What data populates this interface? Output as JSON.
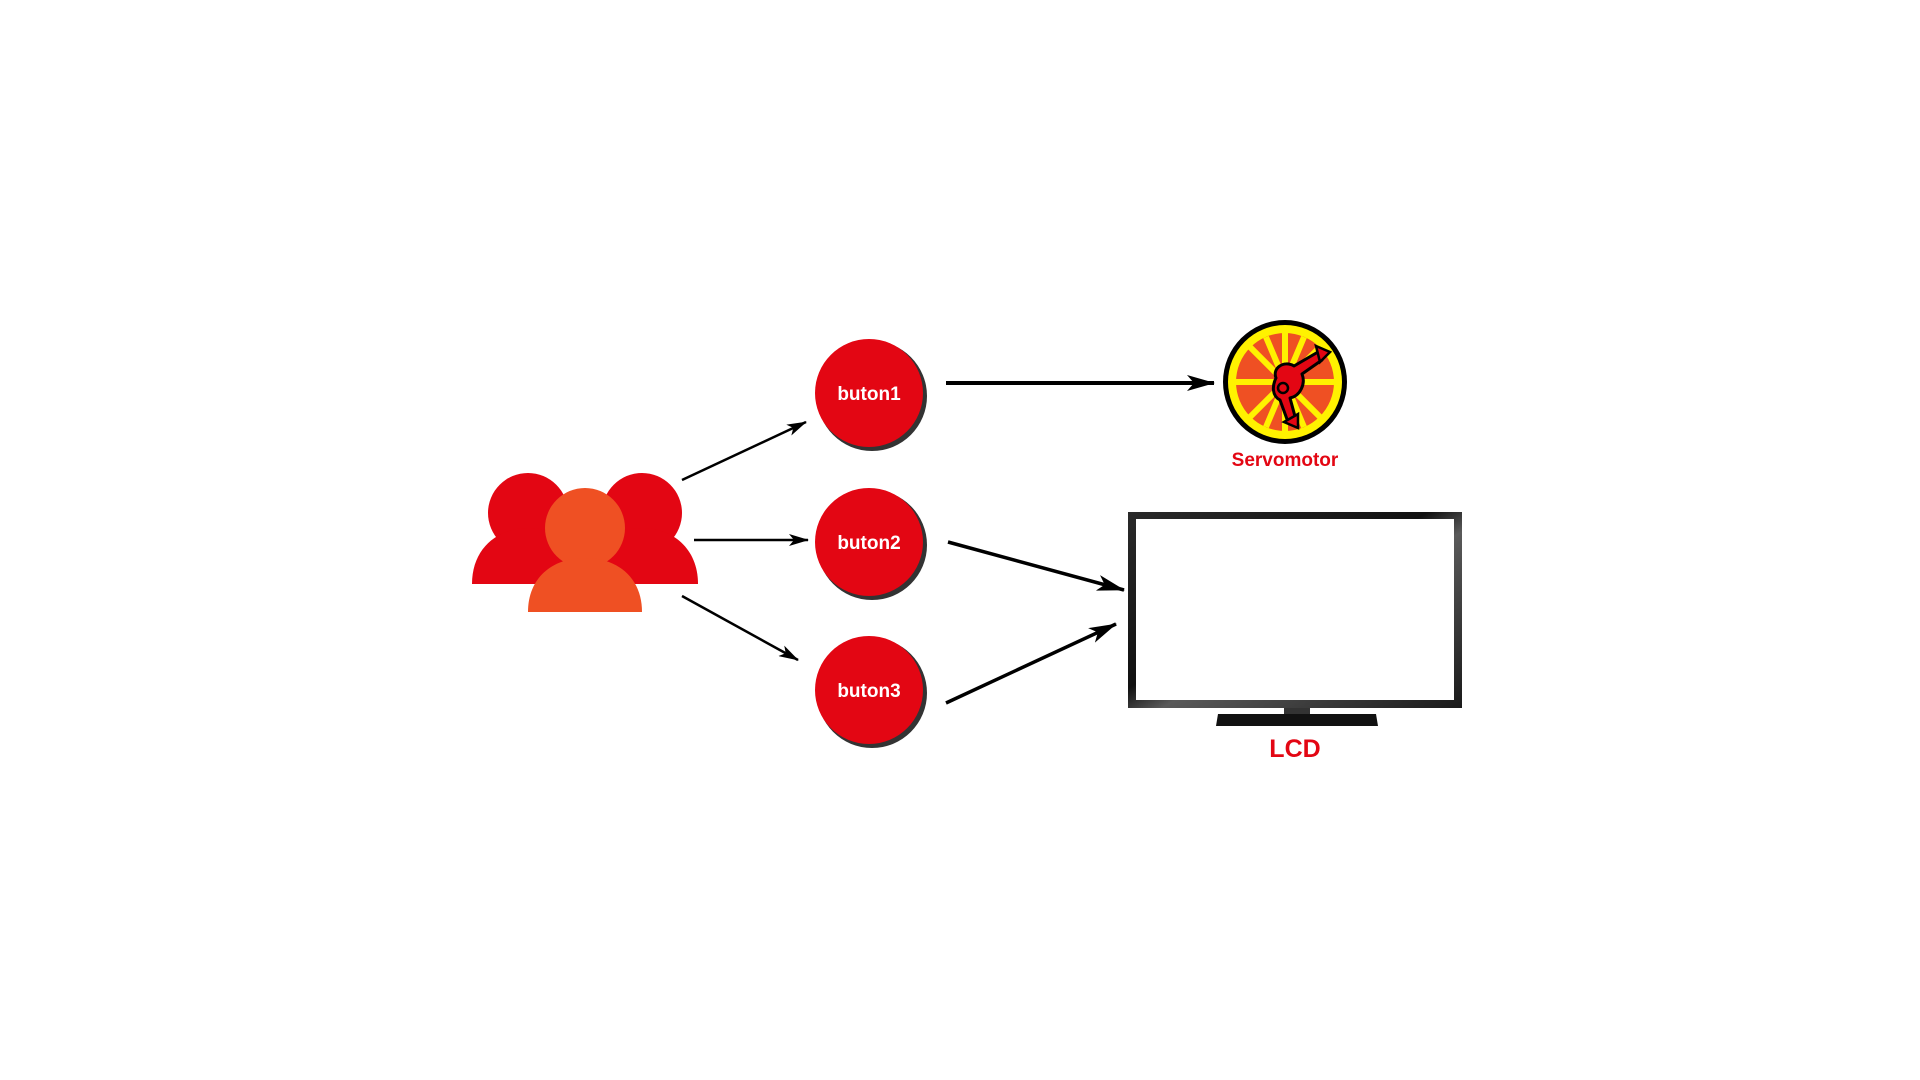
{
  "diagram": {
    "buttons": [
      {
        "label": "buton1"
      },
      {
        "label": "buton2"
      },
      {
        "label": "buton3"
      }
    ],
    "servo": {
      "label": "Servomotor",
      "icon": "servomotor-icon"
    },
    "lcd": {
      "label": "LCD",
      "icon": "lcd-monitor-icon"
    },
    "users": {
      "icon": "users-group-icon"
    },
    "colors": {
      "button_red": "#e30613",
      "user_red": "#e30613",
      "user_orange": "#ef5023",
      "label_red": "#e30613",
      "servo_yellow": "#fff200",
      "servo_orange": "#ef5023",
      "arrow": "#000000"
    },
    "connections": [
      {
        "from": "users",
        "to": "buton1"
      },
      {
        "from": "users",
        "to": "buton2"
      },
      {
        "from": "users",
        "to": "buton3"
      },
      {
        "from": "buton1",
        "to": "servomotor"
      },
      {
        "from": "buton2",
        "to": "lcd"
      },
      {
        "from": "buton3",
        "to": "lcd"
      }
    ]
  }
}
